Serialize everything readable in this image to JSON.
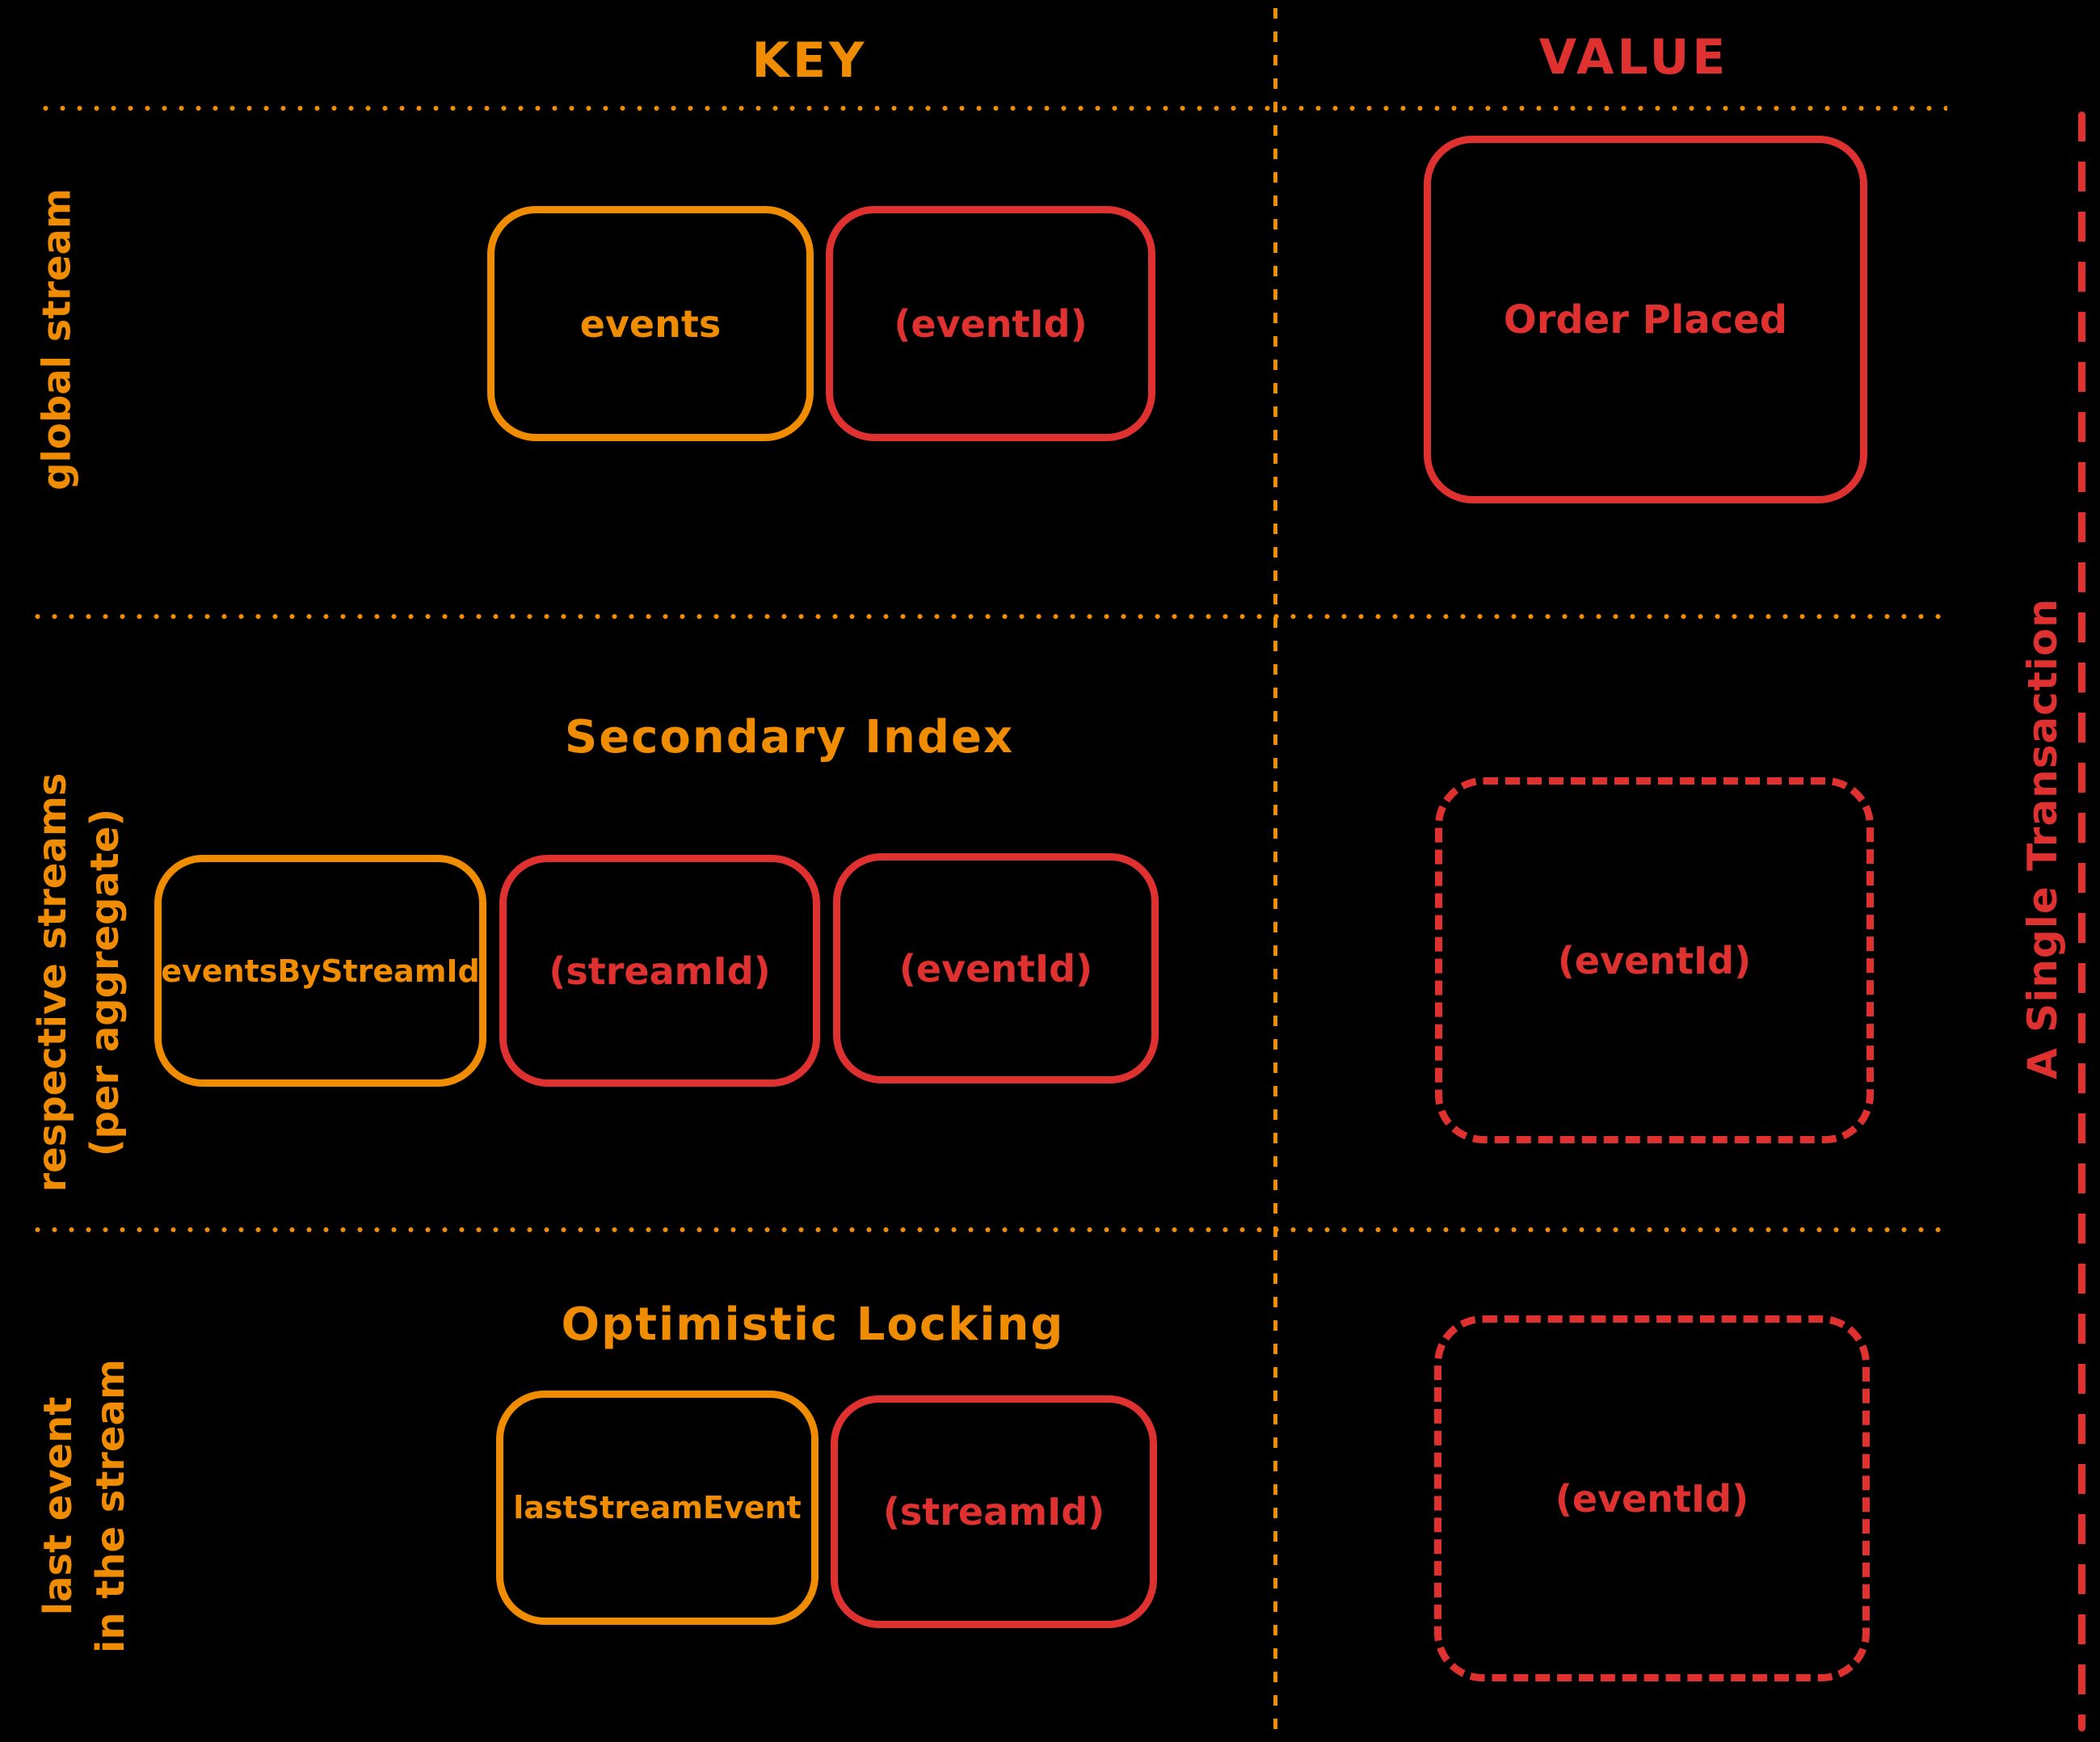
{
  "colors": {
    "background": "#000000",
    "orange": "#f08c00",
    "red": "#e03131"
  },
  "headers": {
    "key": "KEY",
    "value": "VALUE"
  },
  "side_label": "A Single Transaction",
  "rows": [
    {
      "label_lines": [
        "global stream"
      ],
      "title": "",
      "key_boxes": [
        {
          "text": "events",
          "color": "orange",
          "style": "solid"
        },
        {
          "text": "(eventId)",
          "color": "red",
          "style": "solid"
        }
      ],
      "value_box": {
        "text": "Order Placed",
        "color": "red",
        "style": "solid"
      }
    },
    {
      "label_lines": [
        "respective streams",
        "(per aggregate)"
      ],
      "title": "Secondary Index",
      "key_boxes": [
        {
          "text": "eventsByStreamId",
          "color": "orange",
          "style": "solid"
        },
        {
          "text": "(streamId)",
          "color": "red",
          "style": "solid"
        },
        {
          "text": "(eventId)",
          "color": "red",
          "style": "solid"
        }
      ],
      "value_box": {
        "text": "(eventId)",
        "color": "red",
        "style": "dashed"
      }
    },
    {
      "label_lines": [
        "last event",
        "in the stream"
      ],
      "title": "Optimistic Locking",
      "key_boxes": [
        {
          "text": "lastStreamEvent",
          "color": "orange",
          "style": "solid"
        },
        {
          "text": "(streamId)",
          "color": "red",
          "style": "solid"
        }
      ],
      "value_box": {
        "text": "(eventId)",
        "color": "red",
        "style": "dashed"
      }
    }
  ]
}
